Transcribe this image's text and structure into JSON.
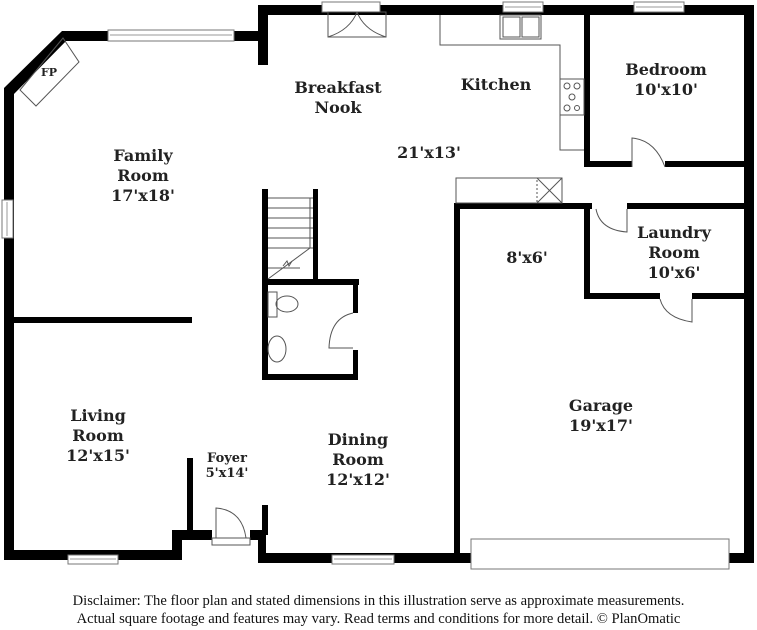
{
  "floor_plan": {
    "rooms": [
      {
        "id": "family-room",
        "name_line1": "Family",
        "name_line2": "Room",
        "dimensions": "17'x18'"
      },
      {
        "id": "breakfast-nook",
        "name_line1": "Breakfast",
        "name_line2": "Nook"
      },
      {
        "id": "kitchen",
        "name_line1": "Kitchen",
        "dimensions": "21'x13'"
      },
      {
        "id": "bedroom",
        "name_line1": "Bedroom",
        "dimensions": "10'x10'"
      },
      {
        "id": "laundry-room",
        "name_line1": "Laundry",
        "name_line2": "Room",
        "dimensions": "10'x6'"
      },
      {
        "id": "storage",
        "dimensions": "8'x6'"
      },
      {
        "id": "living-room",
        "name_line1": "Living",
        "name_line2": "Room",
        "dimensions": "12'x15'"
      },
      {
        "id": "foyer",
        "name_line1": "Foyer",
        "dimensions": "5'x14'"
      },
      {
        "id": "dining-room",
        "name_line1": "Dining",
        "name_line2": "Room",
        "dimensions": "12'x12'"
      },
      {
        "id": "garage",
        "name_line1": "Garage",
        "dimensions": "19'x17'"
      }
    ],
    "fixtures": {
      "fireplace": "FP"
    }
  },
  "disclaimer": {
    "line1": "Disclaimer: The floor plan and stated dimensions in this illustration serve as approximate measurements.",
    "line2": "Actual square footage and features may vary. Read terms and conditions for more detail. © PlanOmatic"
  }
}
